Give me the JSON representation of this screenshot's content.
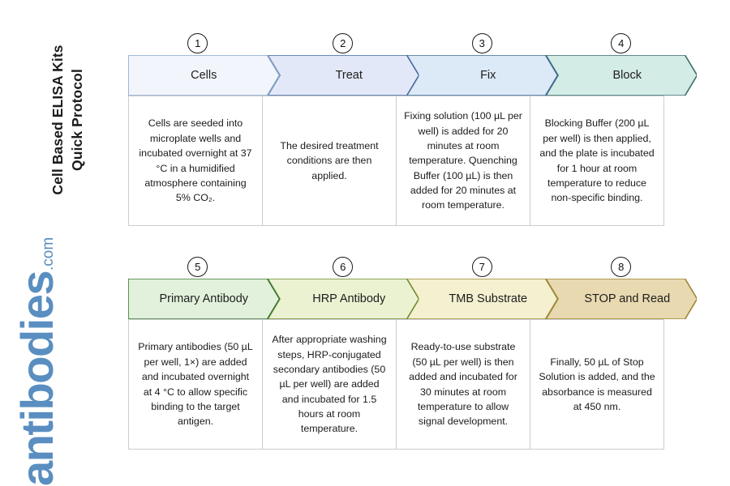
{
  "title": {
    "line1": "Cell Based ELISA Kits",
    "line2": "Quick Protocol"
  },
  "logo": {
    "word": "antibodies",
    "tld": ".com",
    "color": "#5a8ec0"
  },
  "diagram": {
    "type": "chevron-process-flow",
    "rows": [
      {
        "row_index": 1,
        "steps": [
          {
            "number": "1",
            "label": "Cells",
            "fill": "#f2f6fc",
            "stroke": "#8aa6cc",
            "body": "Cells are seeded into microplate wells and incubated overnight at 37 °C in a humidified atmosphere containing 5% CO₂."
          },
          {
            "number": "2",
            "label": "Treat",
            "fill": "#e3e8f8",
            "stroke": "#42699e",
            "body": "The desired treatment conditions are then applied."
          },
          {
            "number": "3",
            "label": "Fix",
            "fill": "#dce9f7",
            "stroke": "#3f6c96",
            "body": "Fixing solution (100 µL per well) is added for 20 minutes at room temperature. Quenching Buffer (100 µL) is then added for 20 minutes at room temperature."
          },
          {
            "number": "4",
            "label": "Block",
            "fill": "#d4ece6",
            "stroke": "#3c6b6b",
            "body": "Blocking Buffer (200 µL per well) is then applied, and the plate is incubated for 1 hour at room temperature to reduce non-specific binding."
          }
        ]
      },
      {
        "row_index": 2,
        "steps": [
          {
            "number": "5",
            "label": "Primary Antibody",
            "fill": "#e2f1dc",
            "stroke": "#3d7a33",
            "body": "Primary antibodies (50 µL per well, 1×) are added and incubated overnight at 4 °C to allow specific binding to the target antigen."
          },
          {
            "number": "6",
            "label": "HRP Antibody",
            "fill": "#eaf2d2",
            "stroke": "#6f8a2e",
            "body": "After appropriate washing steps, HRP-conjugated secondary antibodies (50 µL per well) are added and incubated for 1.5 hours at room temperature."
          },
          {
            "number": "7",
            "label": "TMB Substrate",
            "fill": "#f4f0d0",
            "stroke": "#9b8a3a",
            "body": "Ready-to-use substrate (50 µL per well) is then added and incubated for 30 minutes at room temperature to allow signal development."
          },
          {
            "number": "8",
            "label": "STOP and Read",
            "fill": "#e8d9b0",
            "stroke": "#a08434",
            "body": "Finally, 50 µL of Stop Solution is added, and the absorbance is measured at 450 nm."
          }
        ]
      }
    ]
  }
}
